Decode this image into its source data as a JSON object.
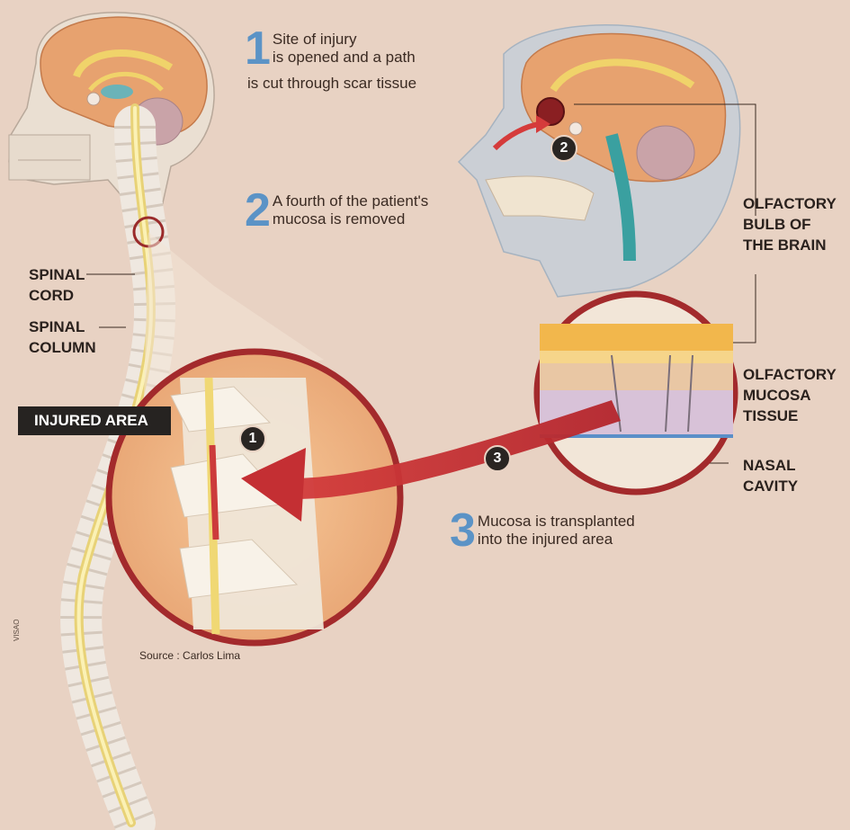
{
  "steps": [
    {
      "num": "1",
      "line1": "Site of injury",
      "line2": "is opened and a path",
      "line3": "is cut through scar tissue"
    },
    {
      "num": "2",
      "line1": "A fourth of the patient's",
      "line2": "mucosa is removed"
    },
    {
      "num": "3",
      "line1": "Mucosa is transplanted",
      "line2": "into the injured area"
    }
  ],
  "labels": {
    "spinal_cord_1": "SPINAL",
    "spinal_cord_2": "CORD",
    "spinal_column_1": "SPINAL",
    "spinal_column_2": "COLUMN",
    "olfactory_bulb_1": "OLFACTORY",
    "olfactory_bulb_2": "BULB OF",
    "olfactory_bulb_3": "THE BRAIN",
    "olfactory_mucosa_1": "OLFACTORY",
    "olfactory_mucosa_2": "MUCOSA",
    "olfactory_mucosa_3": "TISSUE",
    "nasal_cavity_1": "NASAL",
    "nasal_cavity_2": "CAVITY",
    "injured_area": "INJURED AREA"
  },
  "badges": {
    "one": "1",
    "two": "2",
    "three": "3"
  },
  "source": "Source : Carlos Lima",
  "credit": "VISAO",
  "colors": {
    "background": "#e8d2c3",
    "step_number": "#5b93c6",
    "arrow": "#c8403f",
    "circle_outline": "#9a2a2a",
    "spinal_cord": "#f2e08a",
    "brain": "#e8a070"
  }
}
